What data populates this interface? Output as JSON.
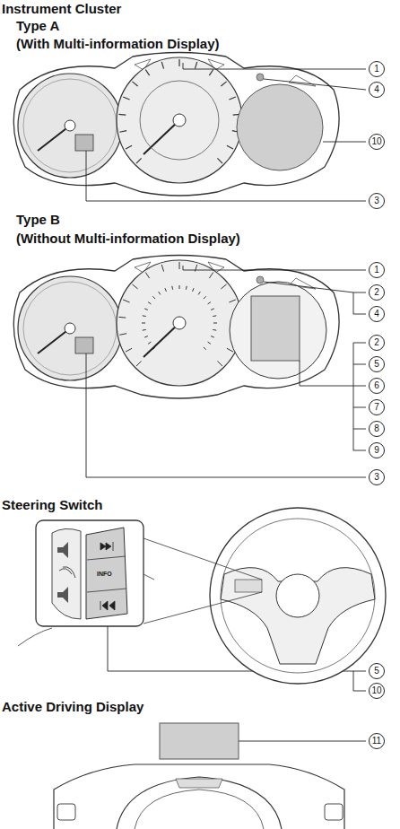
{
  "diagram": {
    "labels": [
      "Instrument Cluster",
      "Type A",
      "(With Multi-information Display)",
      "1",
      "4",
      "10",
      "3",
      "Type B",
      "(Without Multi-information Display)",
      "1",
      "2",
      "4",
      "2",
      "5",
      "6",
      "7",
      "8",
      "9",
      "3",
      "Steering Switch",
      "INFO",
      "5",
      "10",
      "Active Driving Display",
      "11"
    ]
  }
}
